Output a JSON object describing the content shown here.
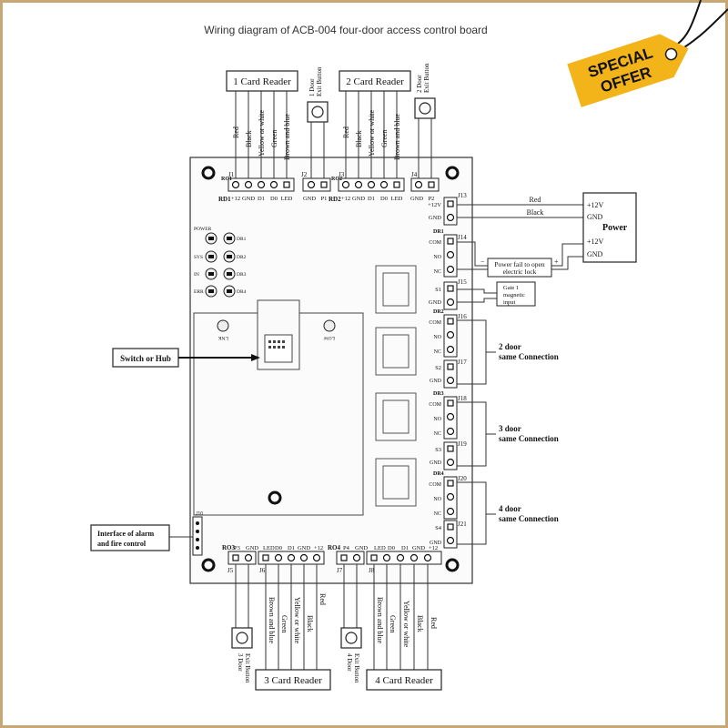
{
  "title": "Wiring diagram of ACB-004 four-door access control board",
  "badge": {
    "line1": "SPECIAL",
    "line2": "OFFER",
    "color": "#f2b418",
    "text_color": "#c91a12"
  },
  "top_readers": [
    {
      "label": "1 Card Reader",
      "wires": [
        "Red",
        "Black",
        "Yellow or white",
        "Green",
        "Brown and blue"
      ]
    },
    {
      "label": "2 Card Reader",
      "wires": [
        "Red",
        "Black",
        "Yellow or white",
        "Green",
        "Brown and blue"
      ]
    }
  ],
  "top_buttons": [
    {
      "line1": "1 Door",
      "line2": "Exit Button"
    },
    {
      "line1": "2 Door",
      "line2": "Exit Button"
    }
  ],
  "bottom_readers": [
    {
      "label": "3 Card Reader",
      "wires": [
        "Brown and blue",
        "Green",
        "Yellow or white",
        "Black",
        "Red"
      ]
    },
    {
      "label": "4 Card Reader",
      "wires": [
        "Brown and blue",
        "Green",
        "Yellow or white",
        "Black",
        "Red"
      ]
    }
  ],
  "bottom_buttons": [
    {
      "line1": "3 Door",
      "line2": "Exit Button"
    },
    {
      "line1": "4 Door",
      "line2": "Exit Button"
    }
  ],
  "top_connectors": {
    "j1": "J1",
    "j2": "J2",
    "j3": "J3",
    "j4": "J4",
    "rd1": "RD1",
    "rd2": "RD2",
    "ro1": "RO1",
    "ro2": "RO2",
    "pins_reader": [
      "+12",
      "GND",
      "D1",
      "D0",
      "LED"
    ],
    "pins_button": [
      "GND",
      "P1"
    ],
    "pins_button2": [
      "GND",
      "P2"
    ]
  },
  "bottom_connectors": {
    "j5": "J5",
    "j6": "J6",
    "j7": "J7",
    "j8": "J8",
    "ro3": "RO3",
    "ro4": "RO4",
    "p3": "P3",
    "p4": "P4",
    "pins_j5": [
      "GND"
    ],
    "pins_reader3": [
      "LED",
      "D0",
      "D1",
      "GND",
      "+12"
    ],
    "pins_j7": [
      "GND"
    ],
    "pins_reader4": [
      "LED",
      "D0",
      "D1",
      "GND",
      "+12"
    ]
  },
  "power": {
    "j13": "J13",
    "j14": "J14",
    "j15": "J15",
    "pin_12v": "+12V",
    "pin_gnd": "GND",
    "wire_red": "Red",
    "wire_black": "Black",
    "box_12v": "+12V",
    "box_gnd": "GND",
    "box_label": "Power",
    "box_12v_b": "+12V",
    "box_gnd_b": "GND"
  },
  "lock": {
    "dr1": "DR1",
    "com": "COM",
    "no": "NO",
    "nc": "NC",
    "note_line1": "Power fail to open",
    "note_line2": "electric lock",
    "minus": "−",
    "plus": "+"
  },
  "gate": {
    "s1": "S1",
    "gnd": "GND",
    "line1": "Gate 1",
    "line2": "magnetic",
    "line3": "input"
  },
  "doors": [
    {
      "dr": "DR2",
      "jc": "J16",
      "js": "J17",
      "s": "S2",
      "line1": "2 door",
      "line2": "same Connection"
    },
    {
      "dr": "DR3",
      "jc": "J18",
      "js": "J19",
      "s": "S3",
      "line1": "3 door",
      "line2": "same Connection"
    },
    {
      "dr": "DR4",
      "jc": "J20",
      "js": "J21",
      "s": "S4",
      "line1": "4 door",
      "line2": "same Connection"
    }
  ],
  "door_pins": {
    "com": "COM",
    "no": "NO",
    "nc": "NC",
    "gnd": "GND"
  },
  "leds": [
    "POWER",
    "SYS",
    "IN",
    "ERR",
    "DR1",
    "DR2",
    "DR3",
    "DR4"
  ],
  "switch": {
    "label": "Switch or Hub",
    "lnk": "LNK",
    "low": "LOW"
  },
  "alarm": {
    "line1": "Interface of alarm",
    "line2": "and fire control",
    "j": "J10"
  }
}
